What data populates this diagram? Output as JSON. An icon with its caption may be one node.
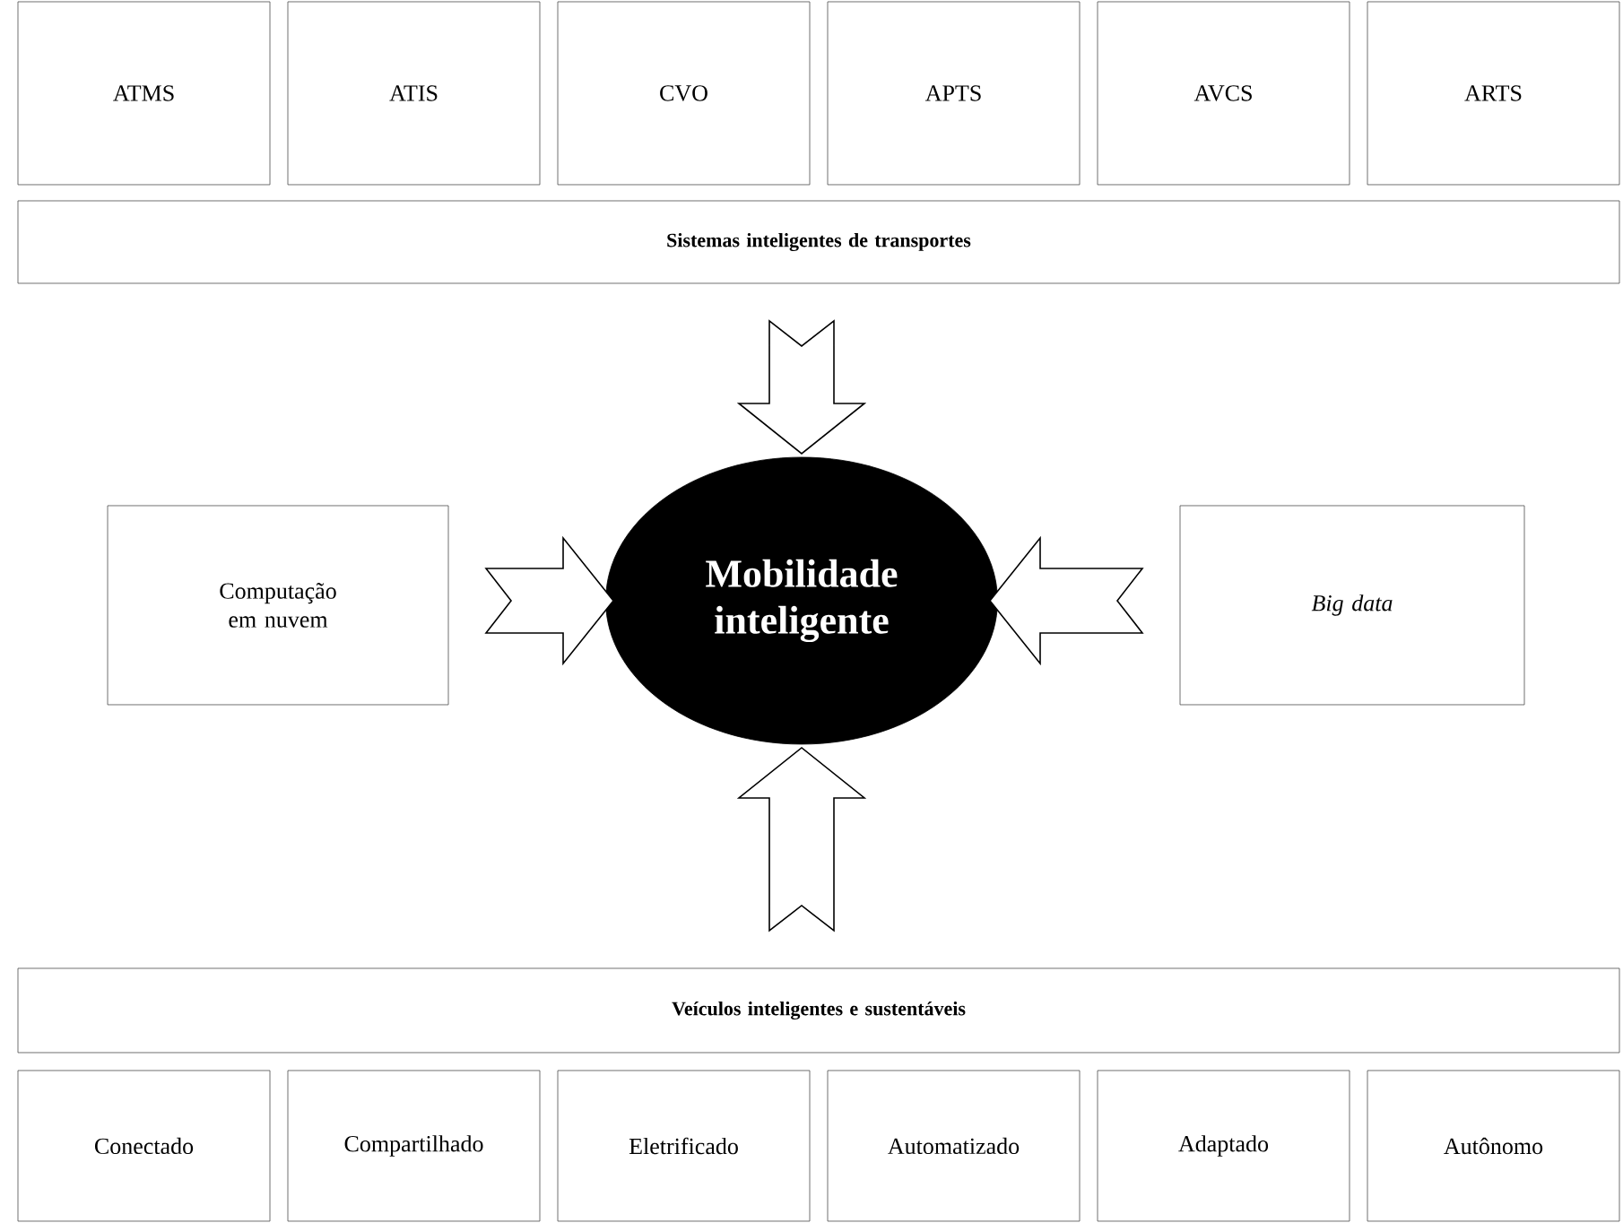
{
  "diagram": {
    "nodes": [
      {
        "text": [
          "ATMS"
        ]
      },
      {
        "text": [
          "ATIS"
        ]
      },
      {
        "text": [
          "CVO"
        ]
      },
      {
        "text": [
          "APTS"
        ]
      },
      {
        "text": [
          "AVCS"
        ]
      },
      {
        "text": [
          "ARTS"
        ]
      },
      {
        "text": [
          "Sistemas inteligentes de transportes"
        ]
      },
      {
        "text": [
          "Computação em nuvem"
        ]
      },
      {
        "text": [
          "Mobilidade inteligente"
        ]
      },
      {
        "text": [
          "Big data"
        ]
      },
      {
        "text": [
          "Veículos inteligentes e sustentáveis"
        ]
      },
      {
        "text": [
          "Conectado"
        ]
      },
      {
        "text": [
          "Compartilhado"
        ]
      },
      {
        "text": [
          "Eletrificado"
        ]
      },
      {
        "text": [
          "Automatizado"
        ]
      },
      {
        "text": [
          "Adaptado"
        ]
      },
      {
        "text": [
          "Autônomo"
        ]
      }
    ],
    "edges": [
      {
        "from": 6,
        "to": 8,
        "arrow": "to"
      },
      {
        "from": 7,
        "to": 8,
        "arrow": "to"
      },
      {
        "from": 9,
        "to": 8,
        "arrow": "to"
      },
      {
        "from": 10,
        "to": 8,
        "arrow": "to"
      }
    ]
  }
}
